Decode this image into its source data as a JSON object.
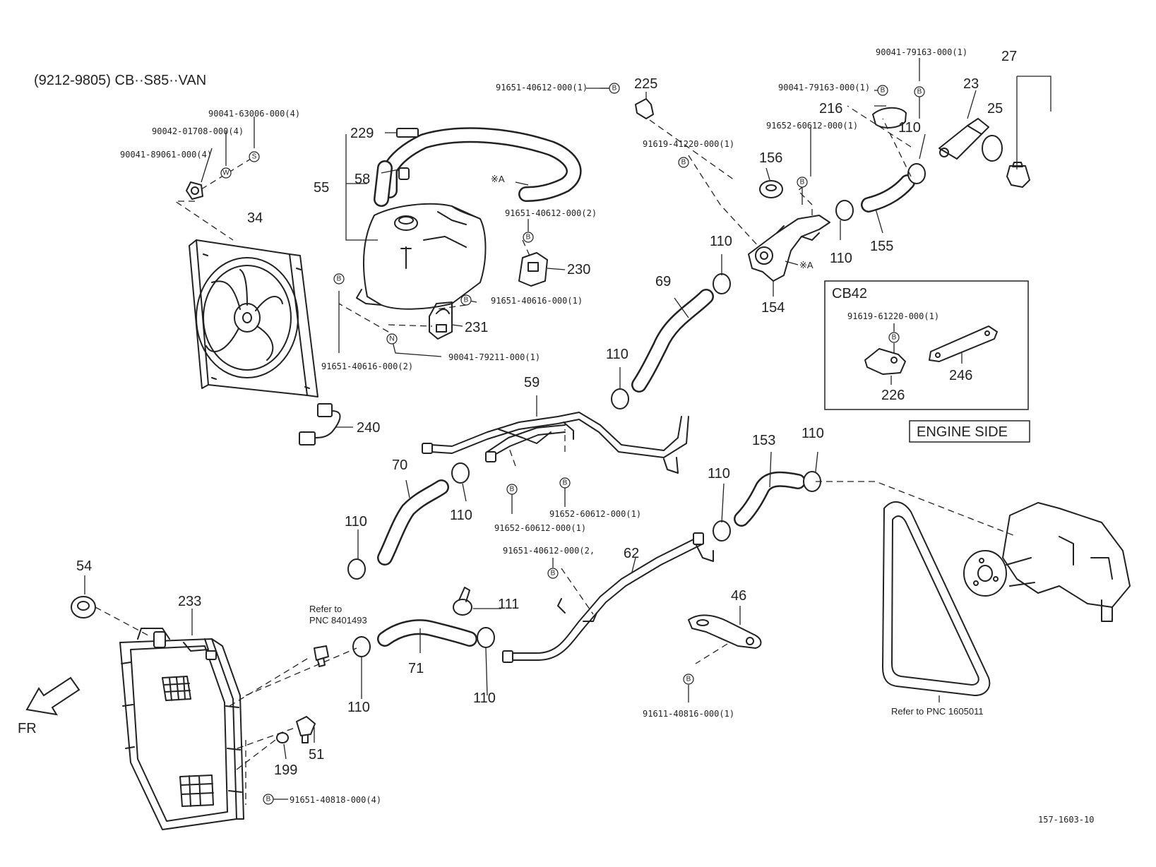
{
  "header": {
    "model_code": "(9212-9805) CB··S85··VAN"
  },
  "diagram_id": "157-1603-10",
  "direction": {
    "label": "FR"
  },
  "inset": {
    "title": "CB42",
    "part_no": "91619-61220-000(1)",
    "part_a": "226",
    "part_b": "246"
  },
  "engine_side": {
    "label": "ENGINE SIDE"
  },
  "refs": {
    "pnc_top": "Refer to",
    "pnc_bottom": "PNC  8401493",
    "belt": "Refer to PNC 1605011"
  },
  "markers": {
    "a1": "※A",
    "a2": "※A"
  },
  "symbols": {
    "b": "B",
    "w": "W",
    "s": "S",
    "n": "N"
  },
  "part_numbers": {
    "p_90041_79163_top": "90041-79163-000(1)",
    "p_90041_79163": "90041-79163-000(1)",
    "p_91651_40612_225": "91651-40612-000(1)",
    "p_90041_63006": "90041-63006-000(4)",
    "p_90042_01708": "90042-01708-000(4)",
    "p_90041_89061": "90041-89061-000(4)",
    "p_91652_60612_216": "91652-60612-000(1)",
    "p_91619_41220": "91619-41220-000(1)",
    "p_91651_40612_230": "91651-40612-000(2)",
    "p_91651_40616_231": "91651-40616-000(1)",
    "p_91651_40616_55": "91651-40616-000(2)",
    "p_90041_79211": "90041-79211-000(1)",
    "p_91652_60612_59a": "91652-60612-000(1)",
    "p_91652_60612_59b": "91652-60612-000(1)",
    "p_91651_40612_62": "91651-40612-000(2,",
    "p_91611_40816": "91611-40816-000(1)",
    "p_91651_40818": "91651-40818-000(4)"
  },
  "callouts": {
    "c27": "27",
    "c23": "23",
    "c25": "25",
    "c225": "225",
    "c216": "216",
    "c110_a": "110",
    "c229": "229",
    "c58": "58",
    "c55": "55",
    "c156": "156",
    "c34": "34",
    "c230": "230",
    "c110_b": "110",
    "c110_c": "110",
    "c155": "155",
    "c154": "154",
    "c69": "69",
    "c231": "231",
    "c110_d": "110",
    "c59": "59",
    "c240": "240",
    "c153": "153",
    "c110_e": "110",
    "c70": "70",
    "c110_f": "110",
    "c110_g": "110",
    "c110_h": "110",
    "c62": "62",
    "c54": "54",
    "c233": "233",
    "c111": "111",
    "c46": "46",
    "c71": "71",
    "c110_i": "110",
    "c110_j": "110",
    "c199": "199",
    "c51": "51"
  }
}
